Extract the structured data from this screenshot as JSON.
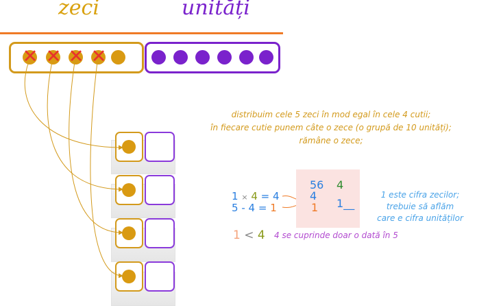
{
  "headers": {
    "tens": "zeci",
    "units": "unități"
  },
  "tens_row": {
    "crossed": 4,
    "remaining": 1
  },
  "units_row": {
    "count": 6
  },
  "cups": {
    "count": 4
  },
  "note": {
    "line1": "distribuim cele 5 zeci în mod egal în cele 4 cutii;",
    "line2": "în fiecare cutie punem câte o zece (o grupă de 10 unități);",
    "line3": "rămâne o zece;"
  },
  "calc": {
    "mult": {
      "a": "1",
      "op": "×",
      "b": "4",
      "eq": "=",
      "r": "4"
    },
    "sub": {
      "a": "5",
      "op": "-",
      "b": "4",
      "eq": "=",
      "r": "1"
    },
    "cmp": {
      "a": "1",
      "op": "<",
      "b": "4"
    },
    "cmp_text": "4 se cuprinde doar o dată în 5"
  },
  "division": {
    "dividend": "56",
    "divisor": "4",
    "partial": "4",
    "remainder": "1",
    "quotient": "1",
    "blank": "__"
  },
  "side_note": {
    "line1": "1 este cifra zecilor;",
    "line2": "trebuie să aflăm",
    "line3": "care e cifra unităților"
  },
  "colors": {
    "tens": "#d99a12",
    "units": "#7a22cc",
    "cross": "#e8322c",
    "rule": "#ef7a26"
  }
}
